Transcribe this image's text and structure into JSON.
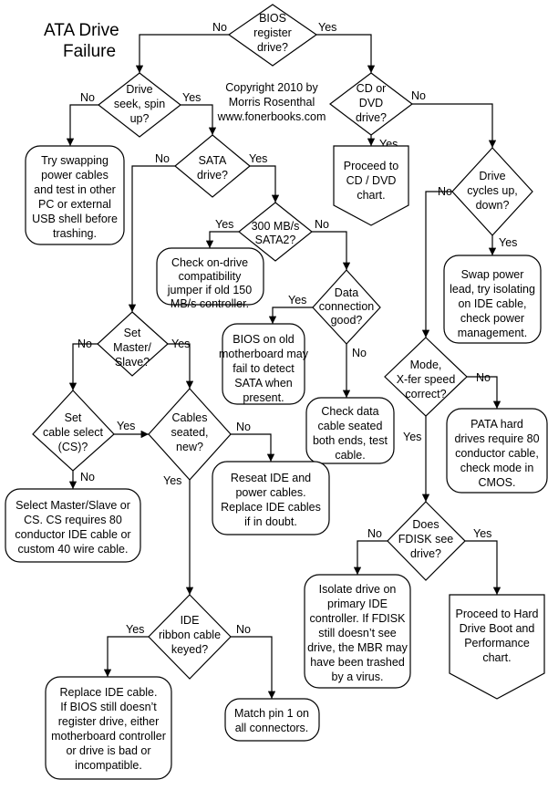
{
  "title": [
    "ATA Drive",
    "Failure"
  ],
  "copyright": [
    "Copyright 2010 by",
    "Morris Rosenthal",
    "www.fonerbooks.com"
  ],
  "nodes": {
    "bios": [
      "BIOS",
      "register",
      "drive?"
    ],
    "seek": [
      "Drive",
      "seek, spin",
      "up?"
    ],
    "cddvd": [
      "CD or",
      "DVD",
      "drive?"
    ],
    "swap_cables": [
      "Try swapping",
      "power cables",
      "and test in other",
      "PC or external",
      "USB shell before",
      "trashing."
    ],
    "sata": [
      "SATA",
      "drive?"
    ],
    "cd_chart": [
      "Proceed to",
      "CD / DVD",
      "chart."
    ],
    "cycles": [
      "Drive",
      "cycles up,",
      "down?"
    ],
    "sata2": [
      "300 MB/s",
      "SATA2?"
    ],
    "jumper": [
      "Check on-drive",
      "compatibility",
      "jumper if old 150",
      "MB/s controller."
    ],
    "data_conn": [
      "Data",
      "connection",
      "good?"
    ],
    "swap_power": [
      "Swap power",
      "lead, try isolating",
      "on IDE cable,",
      "check power",
      "management."
    ],
    "master_slave": [
      "Set",
      "Master/",
      "Slave?"
    ],
    "bios_old": [
      "BIOS on old",
      "motherboard may",
      "fail to detect",
      "SATA when",
      "present."
    ],
    "mode": [
      "Mode,",
      "X-fer speed",
      "correct?"
    ],
    "cable_select": [
      "Set",
      "cable select",
      "(CS)?"
    ],
    "cables_seated": [
      "Cables",
      "seated,",
      "new?"
    ],
    "check_data": [
      "Check data",
      "cable seated",
      "both ends, test",
      "cable."
    ],
    "pata": [
      "PATA hard",
      "drives require 80",
      "conductor cable,",
      "check mode in",
      "CMOS."
    ],
    "select_ms": [
      "Select Master/Slave or",
      "CS. CS requires 80",
      "conductor IDE cable or",
      "custom 40 wire cable."
    ],
    "reseat": [
      "Reseat IDE and",
      "power cables.",
      "Replace IDE cables",
      "if in doubt."
    ],
    "fdisk": [
      "Does",
      "FDISK see",
      "drive?"
    ],
    "isolate": [
      "Isolate drive on",
      "primary IDE",
      "controller. If FDISK",
      "still doesn’t see",
      "drive, the MBR may",
      "have been trashed",
      "by a virus."
    ],
    "hard_boot": [
      "Proceed to Hard",
      "Drive Boot and",
      "Performance",
      "chart."
    ],
    "ide_keyed": [
      "IDE",
      "ribbon cable",
      "keyed?"
    ],
    "replace_ide": [
      "Replace IDE cable.",
      "If BIOS still doesn’t",
      "register drive, either",
      "motherboard controller",
      "or drive is bad or",
      "incompatible."
    ],
    "match_pin": [
      "Match pin 1 on",
      "all connectors."
    ]
  },
  "labels": {
    "yes": "Yes",
    "no": "No"
  }
}
